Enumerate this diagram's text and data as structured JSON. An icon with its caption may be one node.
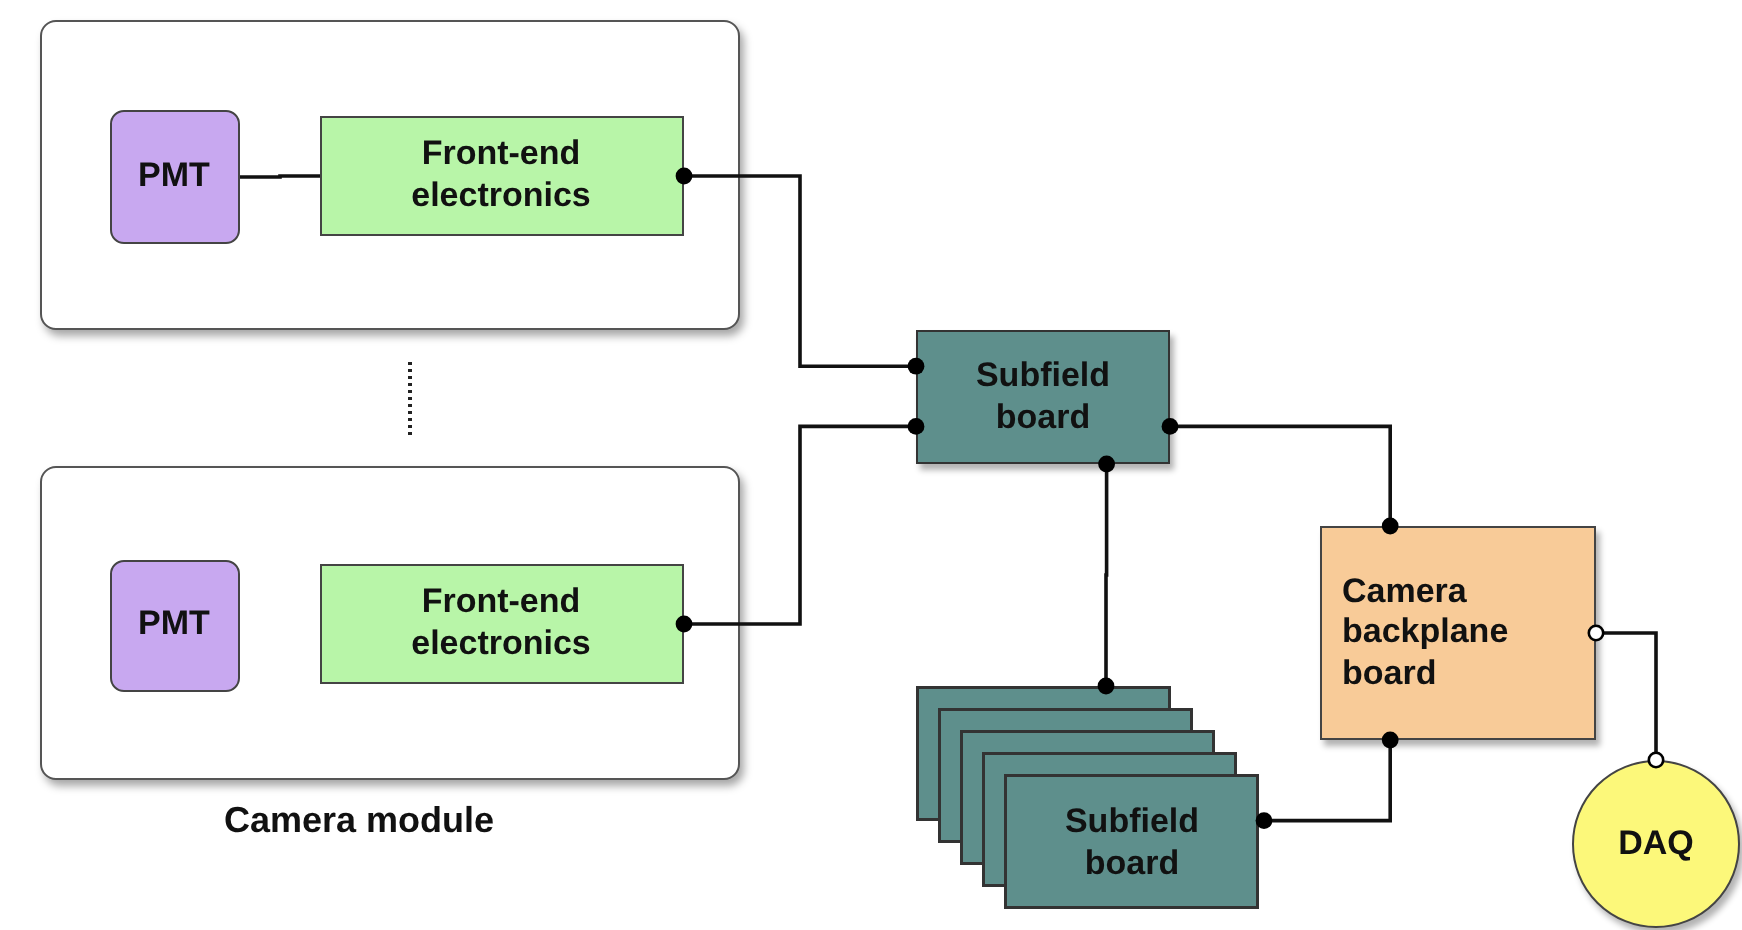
{
  "diagram": {
    "nodes": [
      {
        "text": [],
        "shape": "box"
      },
      {
        "text": [
          "PMT"
        ],
        "in": 0
      },
      {
        "text": [
          "Front-end electronics"
        ],
        "in": 0
      },
      {
        "text": [],
        "shape": "box",
        "beside": [
          "Camera module"
        ]
      },
      {
        "text": [
          "PMT"
        ],
        "in": 3
      },
      {
        "text": [
          "Front-end electronics"
        ],
        "in": 3
      },
      {
        "text": [
          "Subfield board"
        ]
      },
      {
        "text": [
          "Subfield board"
        ]
      },
      {
        "text": [
          "Camera backplane board"
        ]
      },
      {
        "text": [
          "DAQ"
        ]
      }
    ],
    "edges": [
      {
        "from": 1,
        "to": 2,
        "arrow": "none"
      },
      {
        "from": 2,
        "to": 6,
        "arrow": "other"
      },
      {
        "from": 5,
        "to": 6,
        "arrow": "other"
      },
      {
        "from": 6,
        "to": 8,
        "arrow": "other"
      },
      {
        "from": 6,
        "to": 7,
        "arrow": "other"
      },
      {
        "from": 7,
        "to": 8,
        "arrow": "other"
      },
      {
        "from": 8,
        "to": 9,
        "arrow": "other"
      }
    ]
  }
}
